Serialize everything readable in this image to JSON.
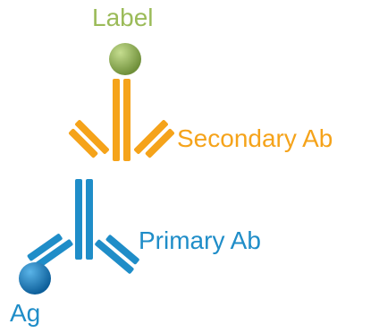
{
  "labels": {
    "label": "Label",
    "secondary": "Secondary Ab",
    "primary": "Primary Ab",
    "antigen": "Ag"
  },
  "colors": {
    "label": "#9bbb59",
    "secondary": "#f5a31a",
    "primary": "#1f8dc8",
    "label_sphere_light": "#c5dd8f",
    "label_sphere_dark": "#6f8f3a",
    "ag_sphere_light": "#5ab4e8",
    "ag_sphere_dark": "#0d5f9a"
  }
}
